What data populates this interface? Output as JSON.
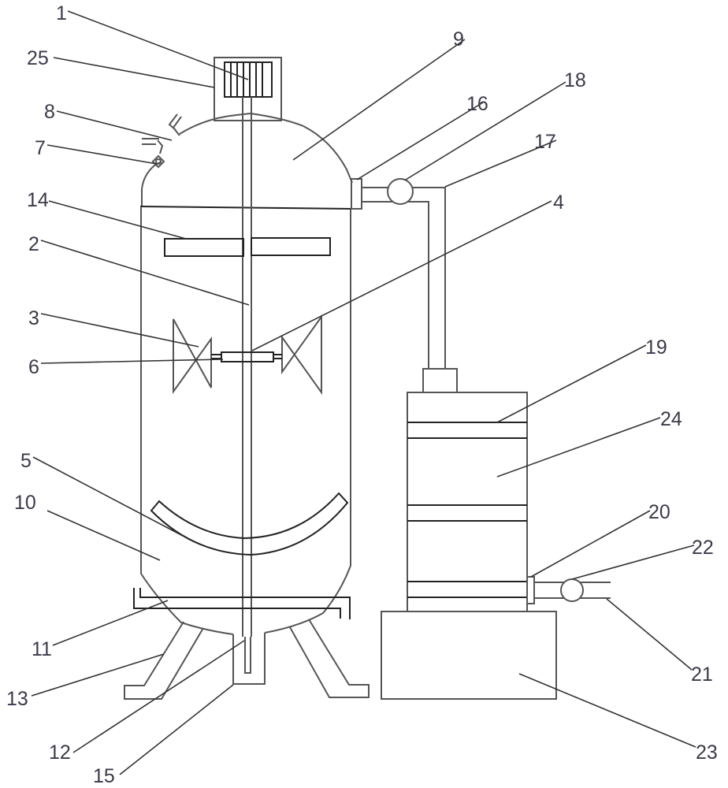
{
  "title": "Reaction tank with condensate collector — numbered component diagram",
  "colors": {
    "stroke": "#555555",
    "label": "#3a3a4a",
    "background": "#ffffff"
  },
  "labels": [
    {
      "id": "1",
      "text": "1"
    },
    {
      "id": "2",
      "text": "2"
    },
    {
      "id": "3",
      "text": "3"
    },
    {
      "id": "4",
      "text": "4"
    },
    {
      "id": "5",
      "text": "5"
    },
    {
      "id": "6",
      "text": "6"
    },
    {
      "id": "7",
      "text": "7"
    },
    {
      "id": "8",
      "text": "8"
    },
    {
      "id": "9",
      "text": "9"
    },
    {
      "id": "10",
      "text": "10"
    },
    {
      "id": "11",
      "text": "11"
    },
    {
      "id": "12",
      "text": "12"
    },
    {
      "id": "13",
      "text": "13"
    },
    {
      "id": "14",
      "text": "14"
    },
    {
      "id": "15",
      "text": "15"
    },
    {
      "id": "16",
      "text": "16"
    },
    {
      "id": "17",
      "text": "17"
    },
    {
      "id": "18",
      "text": "18"
    },
    {
      "id": "19",
      "text": "19"
    },
    {
      "id": "20",
      "text": "20"
    },
    {
      "id": "21",
      "text": "21"
    },
    {
      "id": "22",
      "text": "22"
    },
    {
      "id": "23",
      "text": "23"
    },
    {
      "id": "24",
      "text": "24"
    },
    {
      "id": "25",
      "text": "25"
    }
  ]
}
